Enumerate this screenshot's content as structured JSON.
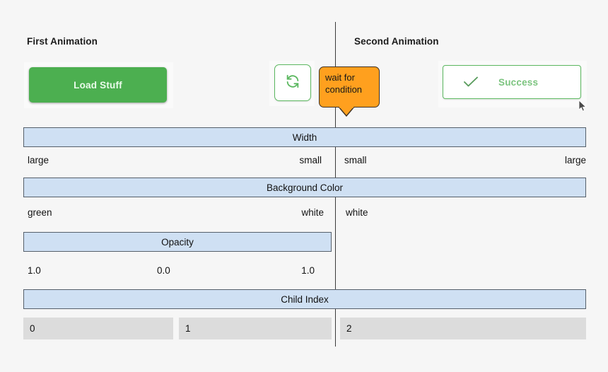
{
  "background": "#f6f6f6",
  "colors": {
    "accent_green": "#4caf50",
    "border_green": "#5cb860",
    "callout_orange": "#ffa01e",
    "bar_blue": "#cfe0f3",
    "bar_border": "#56606b",
    "chip_grey": "#dcdcdc",
    "divider": "#3a3a3a"
  },
  "sections": {
    "first": {
      "title": "First Animation"
    },
    "second": {
      "title": "Second Animation"
    }
  },
  "widgets": {
    "load_button": {
      "label": "Load Stuff",
      "icon": "none"
    },
    "spinner_button": {
      "label": "",
      "icon": "refresh-icon"
    },
    "callout": {
      "text": "wait for\ncondition"
    },
    "success_button": {
      "label": "Success",
      "icon": "check-icon"
    }
  },
  "properties": [
    {
      "name": "Width",
      "bar_span": "full",
      "values": [
        {
          "text": "large",
          "align": "left",
          "side": "first"
        },
        {
          "text": "small",
          "align": "right",
          "side": "first"
        },
        {
          "text": "small",
          "align": "left",
          "side": "second"
        },
        {
          "text": "large",
          "align": "right",
          "side": "second"
        }
      ]
    },
    {
      "name": "Background Color",
      "bar_span": "full",
      "values": [
        {
          "text": "green",
          "align": "left",
          "side": "first"
        },
        {
          "text": "white",
          "align": "right",
          "side": "first"
        },
        {
          "text": "white",
          "align": "left",
          "side": "second"
        }
      ]
    },
    {
      "name": "Opacity",
      "bar_span": "first-half",
      "values": [
        {
          "text": "1.0",
          "align": "left",
          "side": "first"
        },
        {
          "text": "0.0",
          "align": "center",
          "side": "first"
        },
        {
          "text": "1.0",
          "align": "right",
          "side": "first"
        }
      ]
    },
    {
      "name": "Child Index",
      "bar_span": "full",
      "chips": [
        {
          "text": "0"
        },
        {
          "text": "1"
        },
        {
          "text": "2"
        }
      ]
    }
  ]
}
